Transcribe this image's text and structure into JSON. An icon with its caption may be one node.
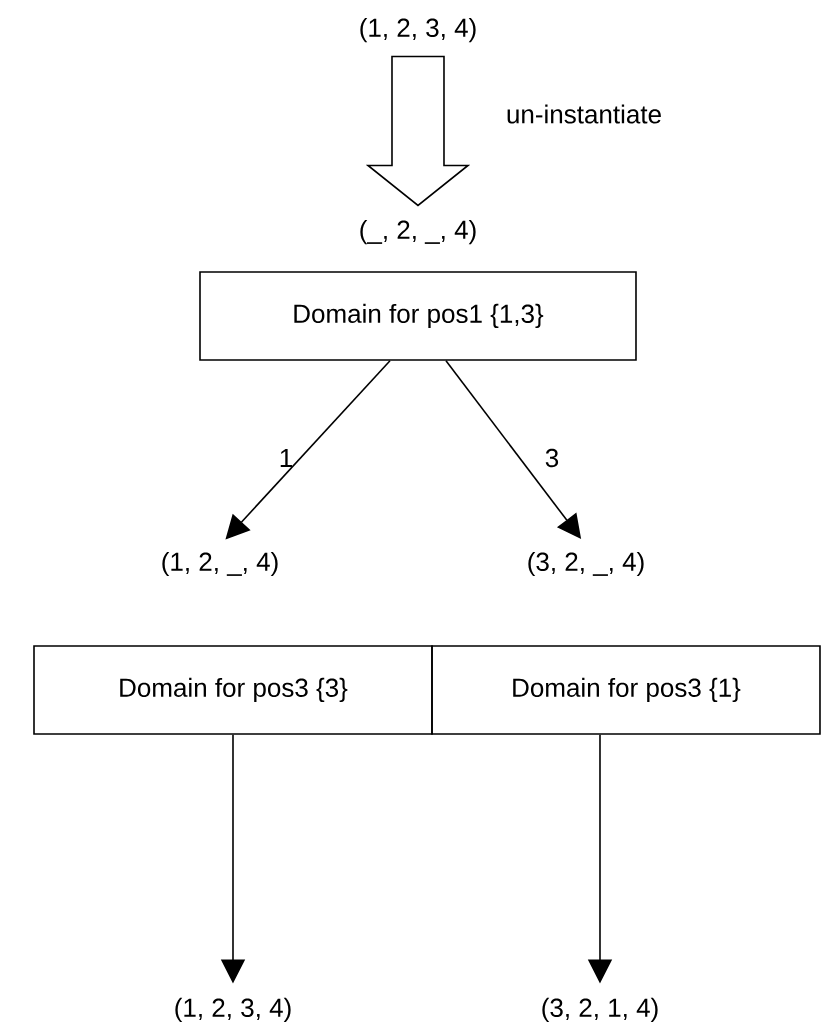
{
  "diagram": {
    "nodes": [
      {
        "text": [
          "(1, 2, 3, 4)"
        ]
      },
      {
        "text": [
          "(_, 2, _, 4)"
        ]
      },
      {
        "text": [
          "Domain for pos1 {1,3}"
        ]
      },
      {
        "text": [
          "(1, 2, _, 4)"
        ]
      },
      {
        "text": [
          "(3, 2, _, 4)"
        ]
      },
      {
        "text": [
          "Domain for pos3 {3}"
        ]
      },
      {
        "text": [
          "Domain for pos3 {1}"
        ]
      },
      {
        "text": [
          "(1, 2, 3, 4)"
        ]
      },
      {
        "text": [
          "(3, 2, 1, 4)"
        ]
      }
    ],
    "edges": [
      {
        "from": 0,
        "to": 1,
        "arrow": "to",
        "label": "un-instantiate",
        "style": "thick"
      },
      {
        "from": 2,
        "to": 3,
        "arrow": "to",
        "label": "1"
      },
      {
        "from": 2,
        "to": 4,
        "arrow": "to",
        "label": "3"
      },
      {
        "from": 5,
        "to": 7,
        "arrow": "to"
      },
      {
        "from": 6,
        "to": 8,
        "arrow": "to"
      }
    ]
  }
}
